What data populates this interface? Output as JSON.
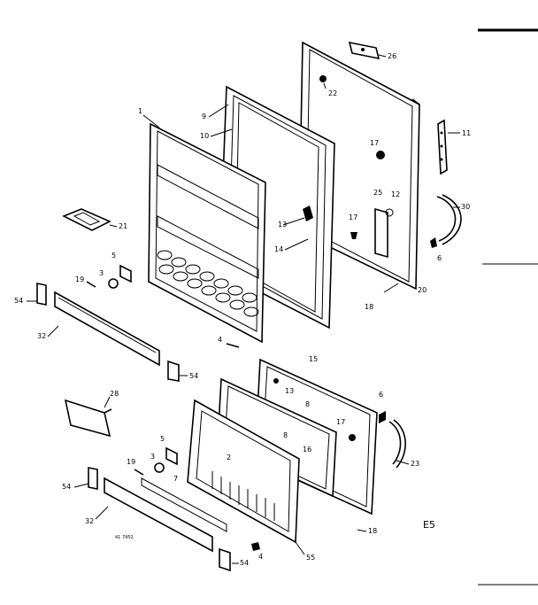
{
  "diagram": {
    "callouts": [
      {
        "id": "c1",
        "text": "1"
      },
      {
        "id": "c9",
        "text": "9"
      },
      {
        "id": "c10",
        "text": "10"
      },
      {
        "id": "c26",
        "text": "26"
      },
      {
        "id": "c22",
        "text": "22"
      },
      {
        "id": "c17a",
        "text": "17"
      },
      {
        "id": "c11",
        "text": "11"
      },
      {
        "id": "c25",
        "text": "25"
      },
      {
        "id": "c12",
        "text": "12"
      },
      {
        "id": "c17b",
        "text": "17"
      },
      {
        "id": "c13a",
        "text": "13"
      },
      {
        "id": "c14",
        "text": "14"
      },
      {
        "id": "c30",
        "text": "30"
      },
      {
        "id": "c6a",
        "text": "6"
      },
      {
        "id": "c21",
        "text": "21"
      },
      {
        "id": "c20",
        "text": "20"
      },
      {
        "id": "c18a",
        "text": "18"
      },
      {
        "id": "c5a",
        "text": "5"
      },
      {
        "id": "c3a",
        "text": "3"
      },
      {
        "id": "c19a",
        "text": "19"
      },
      {
        "id": "c54a",
        "text": "54"
      },
      {
        "id": "c32a",
        "text": "32"
      },
      {
        "id": "c4a",
        "text": "4"
      },
      {
        "id": "c54b",
        "text": "54"
      },
      {
        "id": "c15",
        "text": "15"
      },
      {
        "id": "c13b",
        "text": "13"
      },
      {
        "id": "c8a",
        "text": "8"
      },
      {
        "id": "c6b",
        "text": "6"
      },
      {
        "id": "c28",
        "text": "28"
      },
      {
        "id": "c17c",
        "text": "17"
      },
      {
        "id": "c8b",
        "text": "8"
      },
      {
        "id": "c16",
        "text": "16"
      },
      {
        "id": "c2",
        "text": "2"
      },
      {
        "id": "c23",
        "text": "23"
      },
      {
        "id": "c5b",
        "text": "5"
      },
      {
        "id": "c3b",
        "text": "3"
      },
      {
        "id": "c19b",
        "text": "19"
      },
      {
        "id": "c7",
        "text": "7"
      },
      {
        "id": "c54c",
        "text": "54"
      },
      {
        "id": "c32b",
        "text": "32"
      },
      {
        "id": "c4b",
        "text": "4"
      },
      {
        "id": "c54d",
        "text": "54"
      },
      {
        "id": "c55",
        "text": "55"
      },
      {
        "id": "c18b",
        "text": "18"
      }
    ],
    "section_mark": "E5",
    "footnote": "41 7452"
  }
}
